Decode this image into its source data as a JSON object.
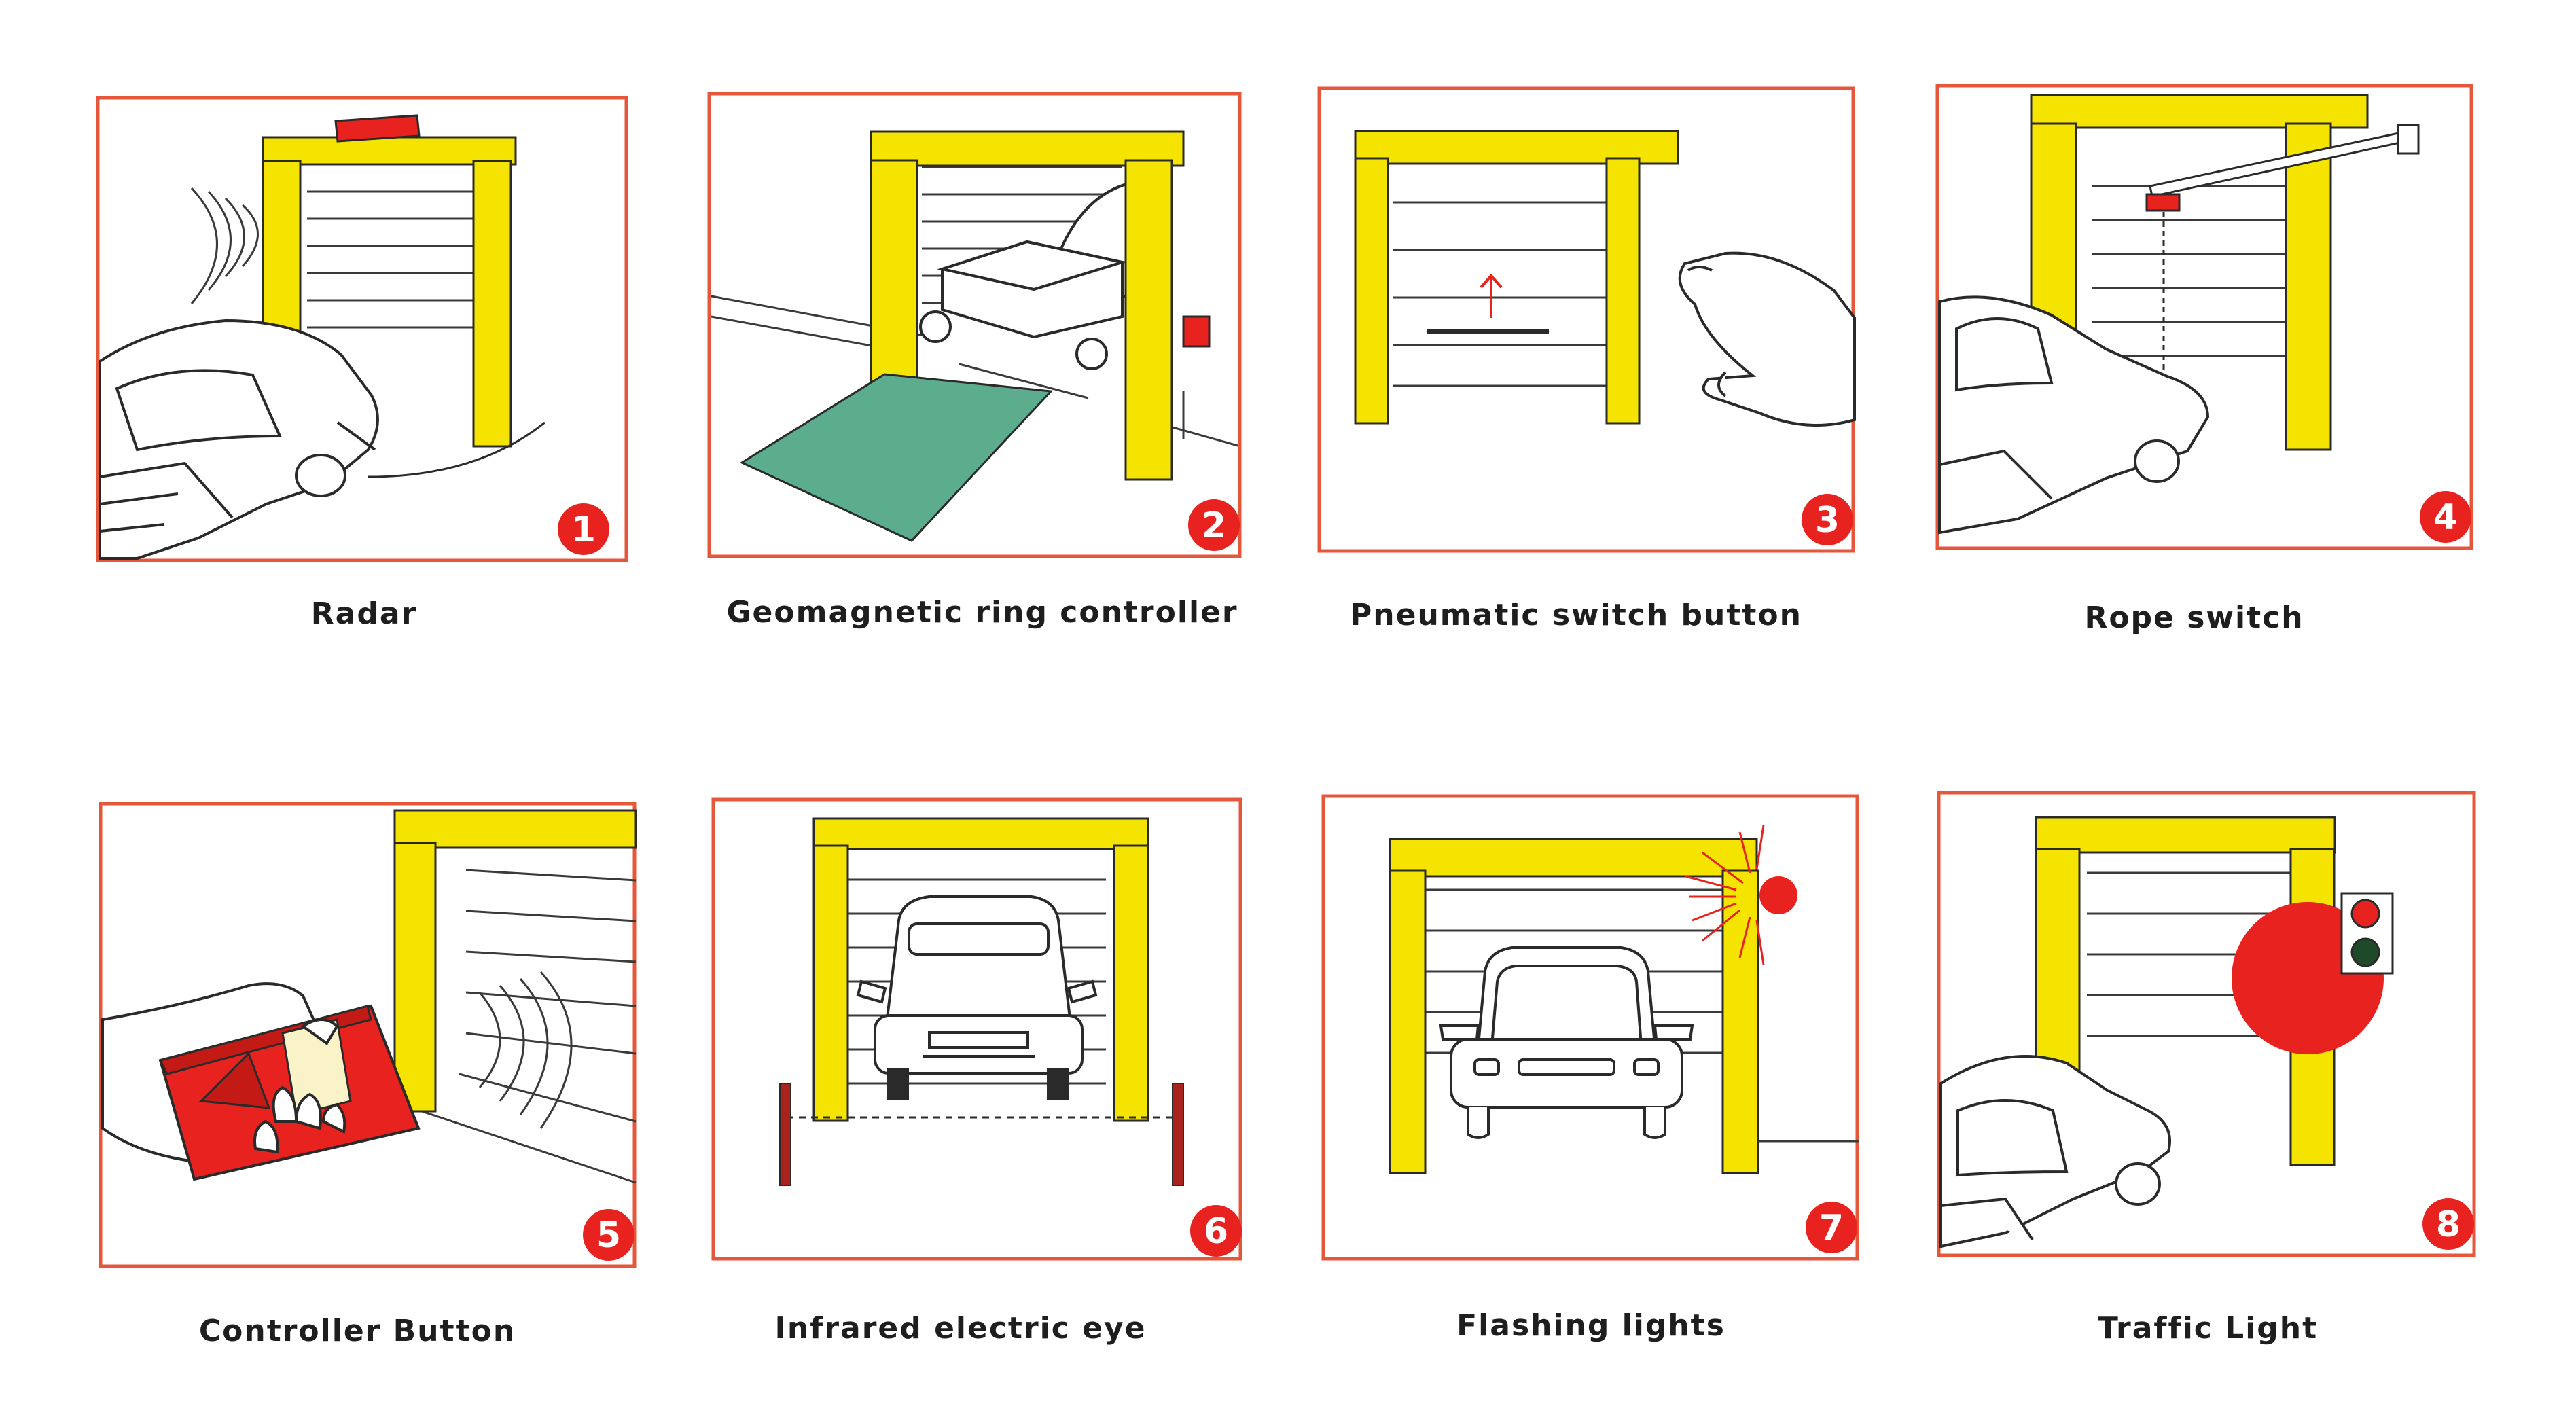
{
  "colors": {
    "frame": "#e5573a",
    "yellow": "#f5e400",
    "yellow_edge": "#2a2a2a",
    "red": "#e8231f",
    "mat": "#5cad8e",
    "line": "#3a3a3a"
  },
  "panels": [
    {
      "number": "1",
      "caption": "Radar",
      "icon": "radar-icon"
    },
    {
      "number": "2",
      "caption": "Geomagnetic ring controller",
      "icon": "ground-loop-icon"
    },
    {
      "number": "3",
      "caption": "Pneumatic switch button",
      "icon": "pneumatic-button-icon"
    },
    {
      "number": "4",
      "caption": "Rope switch",
      "icon": "pull-rope-icon"
    },
    {
      "number": "5",
      "caption": "Controller Button",
      "icon": "remote-control-icon"
    },
    {
      "number": "6",
      "caption": "Infrared electric eye",
      "icon": "photocell-icon"
    },
    {
      "number": "7",
      "caption": "Flashing lights",
      "icon": "warning-light-icon"
    },
    {
      "number": "8",
      "caption": "Traffic Light",
      "icon": "traffic-light-icon"
    }
  ]
}
